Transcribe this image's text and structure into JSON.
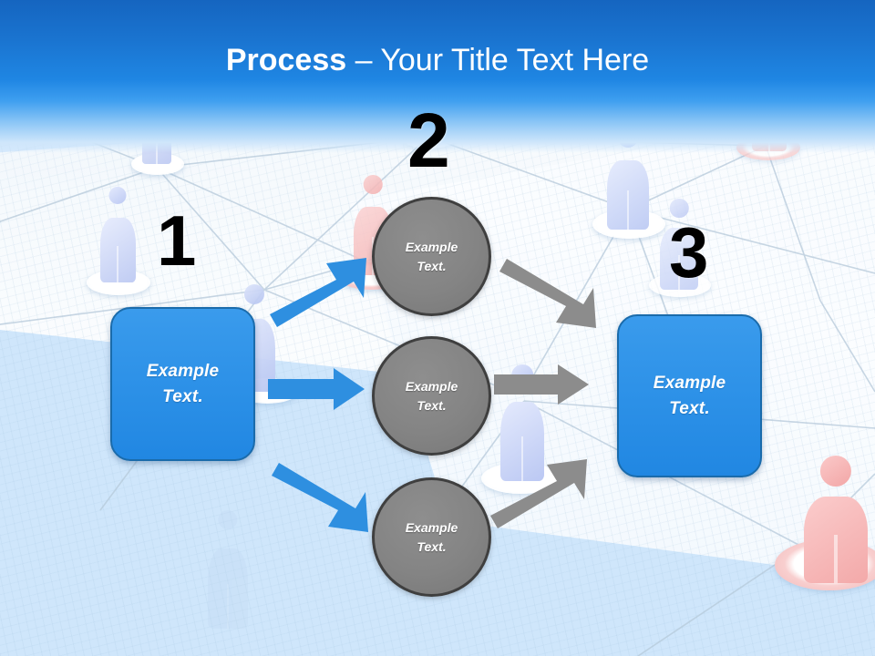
{
  "slide": {
    "title_bold": "Process",
    "title_sep": " – ",
    "title_rest": "Your Title Text Here",
    "title_full": "Process – Your Title Text Here",
    "background_description": "3d-people-network-grid"
  },
  "colors": {
    "banner_top": "#1565c0",
    "banner_mid": "#1f86e3",
    "box_fill": "#2e92e8",
    "box_border": "#1a6bab",
    "circle_fill": "#848484",
    "circle_border": "#3f3f3f",
    "blue_arrow": "#2e8fe0",
    "gray_arrow": "#8c8c8c",
    "number_color": "#000000",
    "ground_light": "#f8fbfe",
    "ground_blue": "#cfe6fb",
    "person_blue": "#c3cff6",
    "person_pink": "#f4b7b7"
  },
  "steps": [
    {
      "number": "1",
      "label": "Example\nText.",
      "line1": "Example",
      "line2": "Text."
    },
    {
      "number": "2",
      "label": "Example\nText.",
      "line1": "Example",
      "line2": "Text."
    },
    {
      "number": "3",
      "label": "Example\nText.",
      "line1": "Example",
      "line2": "Text."
    }
  ],
  "stage1": {
    "number": "1",
    "box_line1": "Example",
    "box_line2": "Text."
  },
  "stage2": {
    "number": "2",
    "circles": [
      {
        "line1": "Example",
        "line2": "Text."
      },
      {
        "line1": "Example",
        "line2": "Text."
      },
      {
        "line1": "Example",
        "line2": "Text."
      }
    ]
  },
  "stage3": {
    "number": "3",
    "box_line1": "Example",
    "box_line2": "Text."
  },
  "arrows": {
    "blue": [
      {
        "name": "arrow-box1-to-circle1",
        "direction": "up-right",
        "color": "#2e8fe0"
      },
      {
        "name": "arrow-box1-to-circle2",
        "direction": "right",
        "color": "#2e8fe0"
      },
      {
        "name": "arrow-box1-to-circle3",
        "direction": "down-right",
        "color": "#2e8fe0"
      }
    ],
    "gray": [
      {
        "name": "arrow-circle1-to-box3",
        "direction": "down-right",
        "color": "#8c8c8c"
      },
      {
        "name": "arrow-circle2-to-box3",
        "direction": "right",
        "color": "#8c8c8c"
      },
      {
        "name": "arrow-circle3-to-box3",
        "direction": "up-right",
        "color": "#8c8c8c"
      }
    ]
  }
}
